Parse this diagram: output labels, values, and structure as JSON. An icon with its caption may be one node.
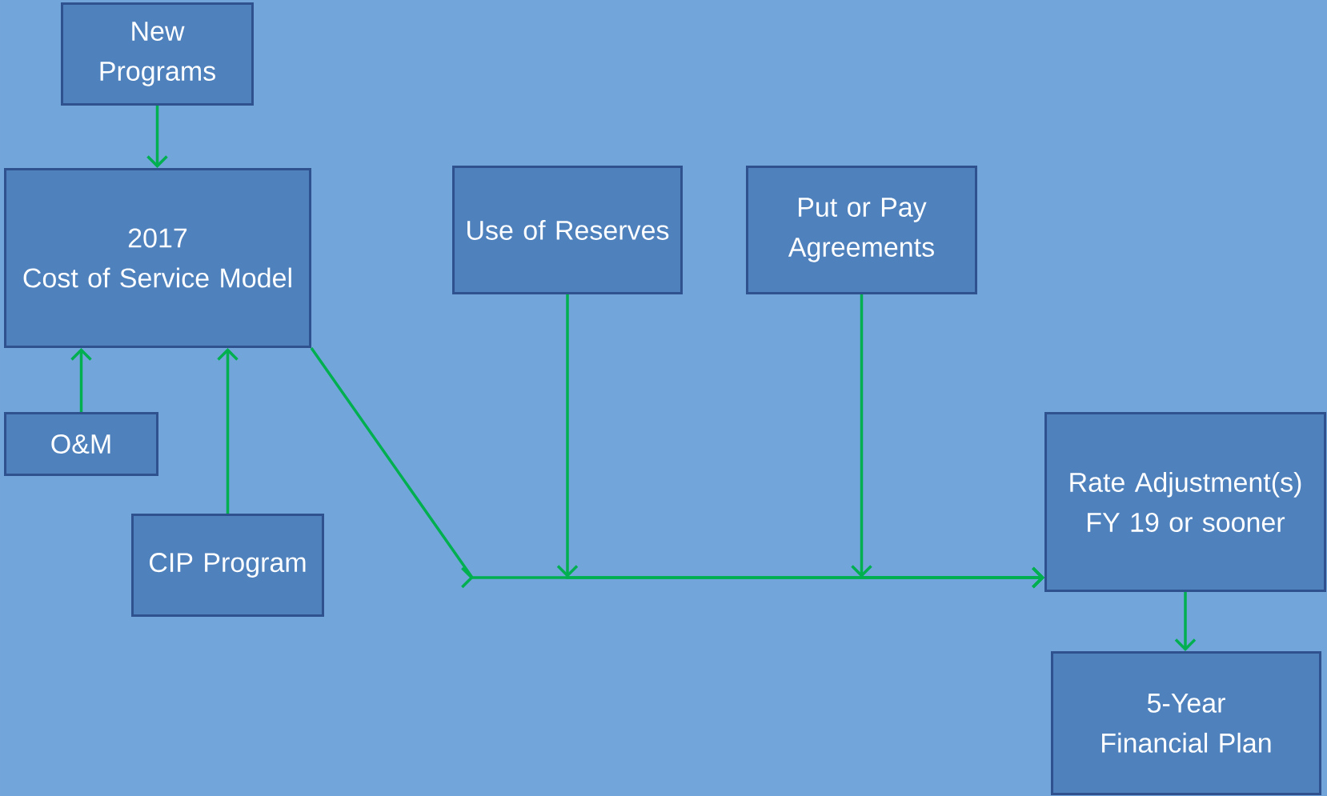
{
  "diagram": {
    "nodes": [
      {
        "text": [
          "New Programs"
        ]
      },
      {
        "text": [
          "2017",
          "Cost of Service Model"
        ]
      },
      {
        "text": [
          "O&M"
        ]
      },
      {
        "text": [
          "CIP Program"
        ]
      },
      {
        "text": [
          "Use of Reserves"
        ]
      },
      {
        "text": [
          "Put or Pay Agreements"
        ]
      },
      {
        "text": [
          "Rate Adjustment(s) FY 19 or sooner"
        ]
      },
      {
        "text": [
          "5-Year Financial Plan"
        ]
      }
    ],
    "edges": [
      {
        "from": 0,
        "to": 1,
        "arrow": "to"
      },
      {
        "from": 2,
        "to": 1,
        "arrow": "to"
      },
      {
        "from": 3,
        "to": 1,
        "arrow": "to"
      },
      {
        "from": 1,
        "to": 6,
        "arrow": "to"
      },
      {
        "from": 4,
        "to": 6,
        "arrow": "to"
      },
      {
        "from": 5,
        "to": 6,
        "arrow": "to"
      },
      {
        "from": 6,
        "to": 7,
        "arrow": "to"
      }
    ]
  }
}
